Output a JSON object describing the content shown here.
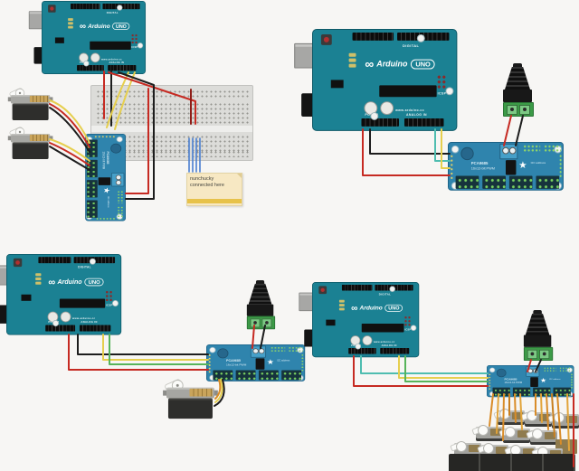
{
  "labels": {
    "arduino": {
      "brand": "Arduino",
      "model": "UNO",
      "logo": "∞",
      "digital": "DIGITAL",
      "power": "POWER",
      "analog": "ANALOG IN",
      "icsp": "ICSP",
      "url": "www.arduino.cc"
    },
    "pca9685": {
      "name": "PCA9685",
      "subtitle": "16x12-bit PWM",
      "addr": "I2C address",
      "logo": "★"
    },
    "note": {
      "text": "nunchucky connected here"
    }
  },
  "colors": {
    "background": "#f7f6f4",
    "arduino_teal": "#1b8193",
    "pca_blue": "#2f84ad",
    "header_green": "#7ad461",
    "breadboard_gray": "#dcdcd9",
    "servo_body": "#2e2e2c",
    "note_yellow": "#f7e8c3",
    "wire_red": "#c62a22",
    "wire_dark_red": "#8f1d17",
    "wire_black": "#1d1d1d",
    "wire_yellow": "#e6cf4e",
    "wire_green": "#57b45a",
    "wire_teal": "#4fbdb0",
    "wire_blue": "#4a7fd0",
    "wire_orange": "#d98c28"
  },
  "diagrams": [
    {
      "id": "top-left",
      "components": [
        "arduino-uno",
        "breadboard",
        "pca9685-driver",
        "micro-servo",
        "micro-servo",
        "sticky-note"
      ]
    },
    {
      "id": "top-right",
      "components": [
        "arduino-uno",
        "dc-barrel-jack-adapter",
        "pca9685-driver"
      ]
    },
    {
      "id": "bottom-left",
      "components": [
        "arduino-uno",
        "dc-barrel-jack-adapter",
        "pca9685-driver",
        "micro-servo"
      ]
    },
    {
      "id": "bottom-right",
      "components": [
        "arduino-uno",
        "dc-barrel-jack-adapter",
        "pca9685-driver",
        "servo-bank"
      ]
    }
  ]
}
